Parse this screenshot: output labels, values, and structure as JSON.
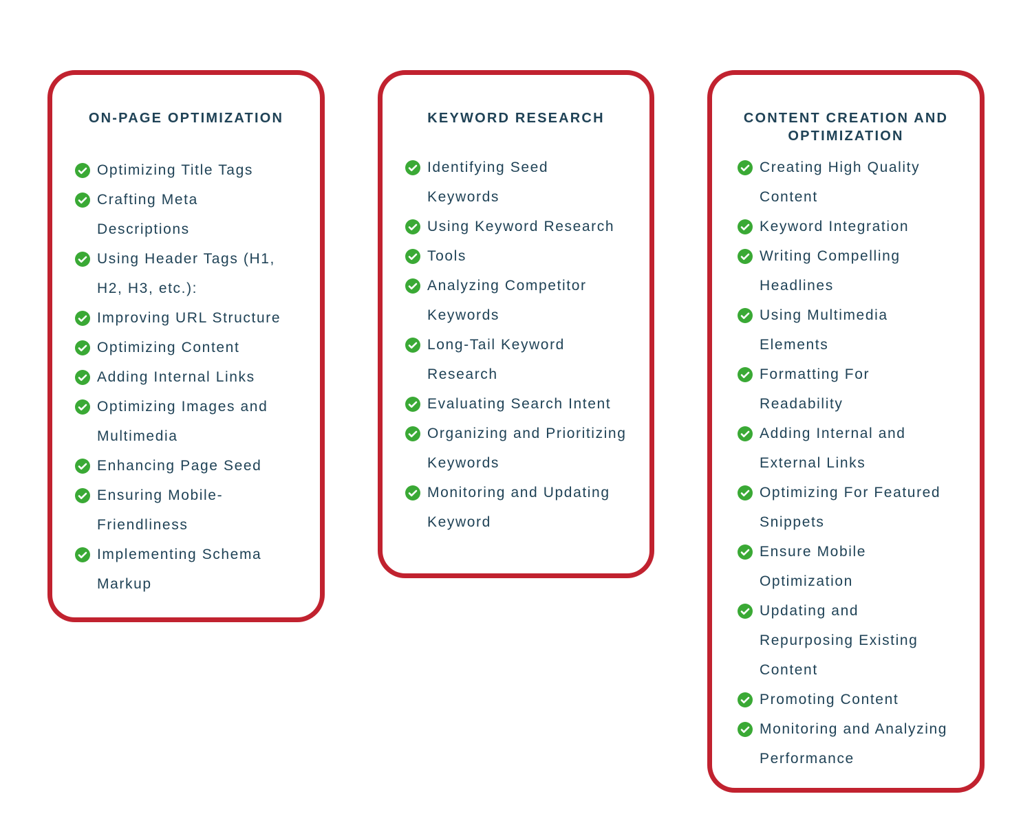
{
  "colors": {
    "border": "#c1222f",
    "text": "#1f4256",
    "check": "#3aa935"
  },
  "cards": [
    {
      "title": "ON-PAGE OPTIMIZATION",
      "items": [
        "Optimizing Title Tags",
        "Crafting Meta Descriptions",
        "Using Header Tags (H1, H2, H3, etc.):",
        "Improving URL Structure",
        "Optimizing Content",
        "Adding Internal Links",
        "Optimizing Images and Multimedia",
        "Enhancing Page Seed",
        "Ensuring Mobile-Friendliness",
        "Implementing Schema Markup"
      ]
    },
    {
      "title": "KEYWORD RESEARCH",
      "items": [
        "Identifying Seed Keywords",
        "Using Keyword Research",
        "Tools",
        "Analyzing Competitor Keywords",
        "Long-Tail Keyword Research",
        "Evaluating Search Intent",
        "Organizing and Prioritizing Keywords",
        "Monitoring and Updating Keyword"
      ]
    },
    {
      "title": "CONTENT CREATION AND OPTIMIZATION",
      "items": [
        "Creating High Quality Content",
        "Keyword Integration",
        "Writing Compelling Headlines",
        "Using Multimedia Elements",
        "Formatting For Readability",
        "Adding Internal and External Links",
        "Optimizing For Featured Snippets",
        "Ensure Mobile Optimization",
        "Updating and Repurposing Existing Content",
        "Promoting Content",
        "Monitoring and Analyzing Performance"
      ]
    }
  ]
}
